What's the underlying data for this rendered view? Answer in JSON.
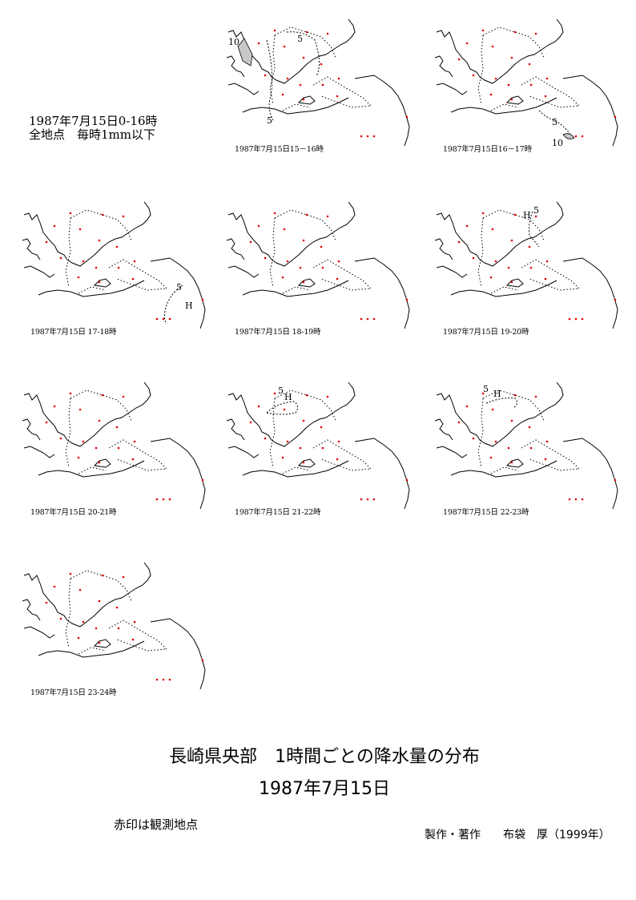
{
  "note": {
    "line1": "1987年7月15日0-16時",
    "line2": "全地点　毎時1mm以下"
  },
  "panels": [
    {
      "caption": "1987年7月15日15－16時",
      "labels": [
        "10",
        "5",
        "5"
      ]
    },
    {
      "caption": "1987年7月15日16－17時",
      "labels": [
        "5",
        "10"
      ]
    },
    {
      "caption": "1987年7月15日 17-18時",
      "labels": [
        "5",
        "H"
      ]
    },
    {
      "caption": "1987年7月15日 18-19時",
      "labels": []
    },
    {
      "caption": "1987年7月15日 19-20時",
      "labels": [
        "H",
        "5"
      ]
    },
    {
      "caption": "1987年7月15日 20-21時",
      "labels": []
    },
    {
      "caption": "1987年7月15日 21-22時",
      "labels": [
        "5",
        "H"
      ]
    },
    {
      "caption": "1987年7月15日 22-23時",
      "labels": [
        "5",
        "H"
      ]
    },
    {
      "caption": "1987年7月15日 23-24時",
      "labels": []
    }
  ],
  "title": {
    "line1": "長崎県央部　1時間ごとの降水量の分布",
    "line2": "1987年7月15日"
  },
  "legend": "赤印は観測地点",
  "credit": "製作・著作　　布袋　厚（1999年）",
  "colors": {
    "station": "#e00000"
  }
}
